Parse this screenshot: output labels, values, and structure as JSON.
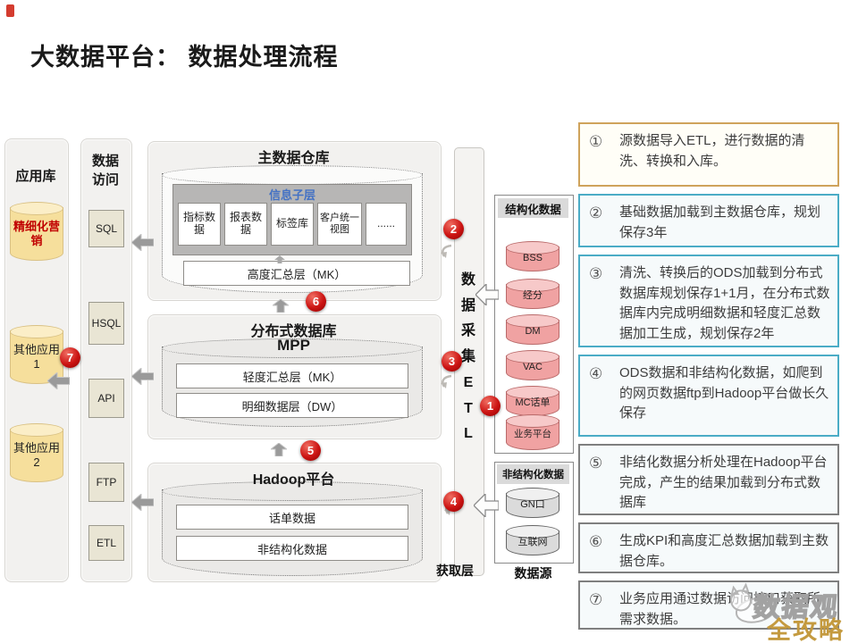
{
  "page_title": "大数据平台： 数据处理流程",
  "app_library": {
    "header": "应用库",
    "items": [
      {
        "label": "精细化营销"
      },
      {
        "label": "其他应用1"
      },
      {
        "label": "其他应用2"
      }
    ]
  },
  "data_access": {
    "header": "数据访问",
    "items": [
      {
        "label": "SQL"
      },
      {
        "label": "HSQL"
      },
      {
        "label": "API"
      },
      {
        "label": "FTP"
      },
      {
        "label": "ETL"
      }
    ]
  },
  "main_warehouse": {
    "title": "主数据仓库",
    "info_sublayer_title": "信息子层",
    "modules": [
      {
        "label": "指标数据"
      },
      {
        "label": "报表数据"
      },
      {
        "label": "标签库"
      },
      {
        "label": "客户统一视图"
      },
      {
        "label": "......"
      }
    ],
    "summary_layer": "高度汇总层（MK）"
  },
  "mpp": {
    "title": "分布式数据库",
    "subtitle": "MPP",
    "layers": [
      {
        "label": "轻度汇总层（MK）"
      },
      {
        "label": "明细数据层（DW）"
      }
    ]
  },
  "hadoop": {
    "title": "Hadoop平台",
    "layers": [
      {
        "label": "话单数据"
      },
      {
        "label": "非结构化数据"
      }
    ]
  },
  "etl_bar": {
    "label": "数据采集ETL",
    "layer_label": "获取层"
  },
  "data_sources": {
    "structured": {
      "header": "结构化数据",
      "cylinders": [
        {
          "label": "BSS"
        },
        {
          "label": "经分"
        },
        {
          "label": "DM"
        },
        {
          "label": "VAC"
        },
        {
          "label": "MC话单"
        },
        {
          "label": "业务平台"
        }
      ]
    },
    "unstructured": {
      "header": "非结构化数据",
      "cylinders": [
        {
          "label": "GN口"
        },
        {
          "label": "互联网"
        }
      ]
    },
    "bottom_label": "数据源"
  },
  "steps": [
    "1",
    "2",
    "3",
    "4",
    "5",
    "6",
    "7"
  ],
  "annotations": [
    {
      "num": "①",
      "text": "源数据导入ETL，进行数据的清洗、转换和入库。"
    },
    {
      "num": "②",
      "text": "基础数据加载到主数据仓库，规划保存3年"
    },
    {
      "num": "③",
      "text": "清洗、转换后的ODS加载到分布式数据库规划保存1+1月，在分布式数据库内完成明细数据和轻度汇总数据加工生成，规划保存2年"
    },
    {
      "num": "④",
      "text": "ODS数据和非结构化数据，如爬到的网页数据ftp到Hadoop平台做长久保存"
    },
    {
      "num": "⑤",
      "text": "非结化数据分析处理在Hadoop平台完成，产生的结果加载到分布式数据库"
    },
    {
      "num": "⑥",
      "text": "生成KPI和高度汇总数据加载到主数据仓库。"
    },
    {
      "num": "⑦",
      "text": "业务应用通过数据访问接口获取所需求数据。"
    }
  ],
  "watermark": {
    "brand": "数据观",
    "tagline": "全攻略"
  },
  "colors": {
    "step_red": "#c00000",
    "annotation_border_orange": "#cfa35b",
    "annotation_border_teal": "#4bacc6",
    "annotation_border_gray": "#7f7f7f",
    "yellow_cylinder": "#f6df9c",
    "pink_cylinder": "#f0a2a2",
    "gray_cylinder": "#dbdbdb",
    "info_sublayer_text": "#4472c4",
    "highlight_text_red": "#c00000",
    "watermark_gold": "#c49a3f"
  }
}
